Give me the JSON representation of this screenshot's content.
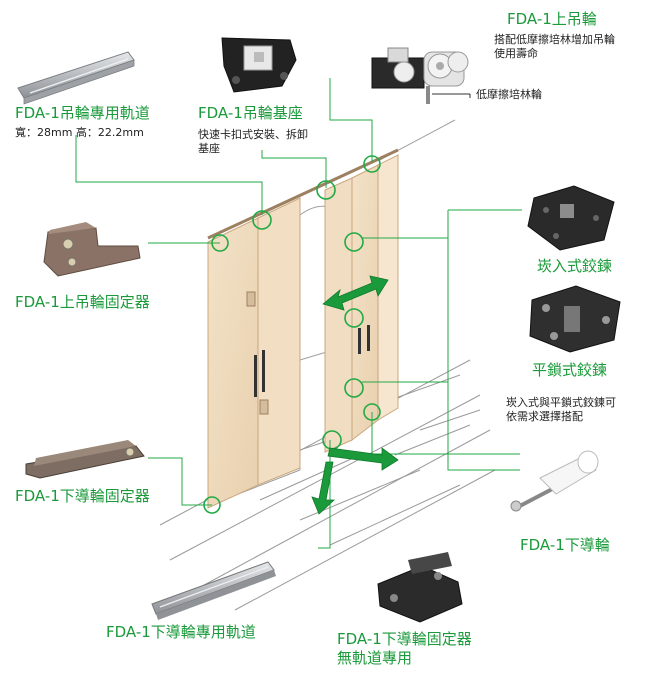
{
  "labels": {
    "upper_roller_title": "FDA-1上吊輪",
    "upper_roller_note": "搭配低摩擦培林增加吊輪\n使用壽命",
    "bearing_wheel_note": "低摩擦培林輪",
    "track_title": "FDA-1吊輪專用軌道",
    "track_spec": "寬：28mm 高：22.2mm",
    "base_title": "FDA-1吊輪基座",
    "base_note": "快速卡扣式安裝、拆卸\n基座",
    "upper_bracket_title": "FDA-1上吊輪固定器",
    "snap_hinge_title": "崁入式鉸鍊",
    "flat_hinge_title": "平鎖式鉸鍊",
    "hinge_note": "崁入式與平鎖式鉸鍊可\n依需求選擇搭配",
    "lower_bracket_title": "FDA-1下導輪固定器",
    "lower_guide_title": "FDA-1下導輪",
    "lower_track_title": "FDA-1下導輪專用軌道",
    "trackless_bracket_title": "FDA-1下導輪固定器\n無軌道專用"
  },
  "colors": {
    "accent_green": "#1a9a3a",
    "leader_line": "#22aa44",
    "door_wood": "#f0dcc0",
    "door_edge": "#c9a77c",
    "aluminum": "#b8bcc0",
    "hardware_dark": "#2a2a2a",
    "bracket_brown": "#8a7366"
  },
  "icons": [
    "aluminum-track-icon",
    "roller-base-icon",
    "upper-roller-icon",
    "upper-bracket-icon",
    "snap-hinge-icon",
    "flat-hinge-icon",
    "lower-bracket-icon",
    "lower-guide-wheel-icon",
    "lower-track-icon",
    "trackless-bracket-icon"
  ]
}
